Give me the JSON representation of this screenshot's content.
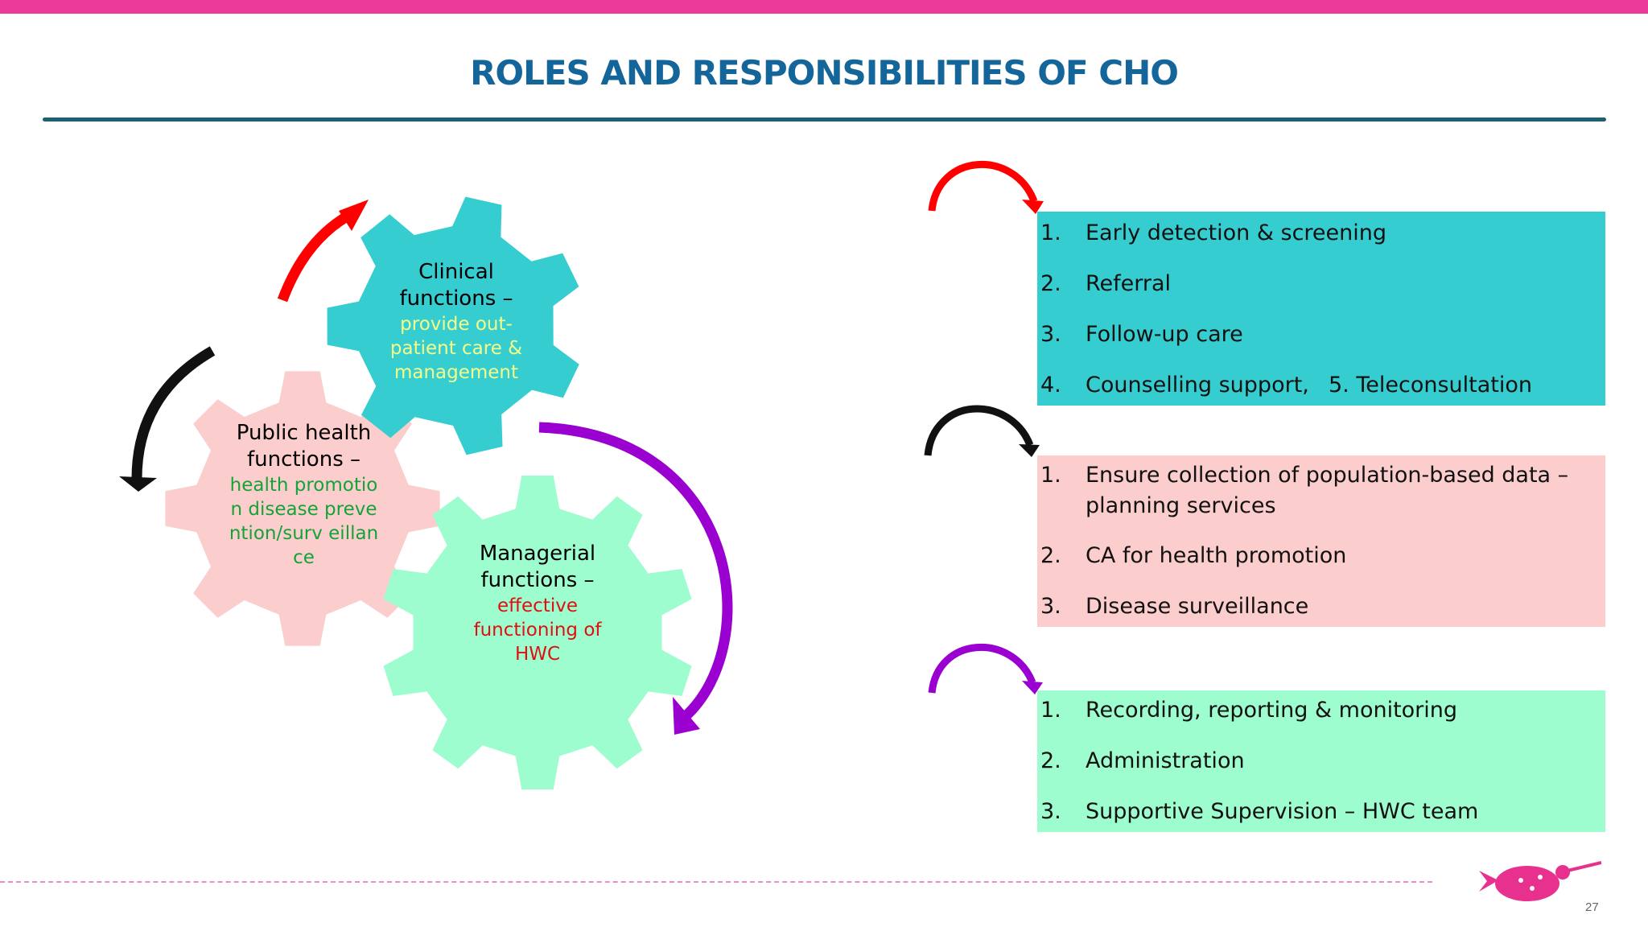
{
  "colors": {
    "top_bar": "#ec3a9a",
    "title": "#13659a",
    "title_rule": "#1e5f70",
    "clinical": "#36cdd1",
    "public_health": "#fccdcd",
    "managerial": "#9efdce",
    "arrow_clinical": "#ff0000",
    "arrow_public_health": "#111111",
    "arrow_managerial": "#9a00d0",
    "clinical_detail": "#f2ff8a",
    "public_health_detail": "#14a338",
    "managerial_detail": "#dd1111",
    "logo": "#e8318e"
  },
  "slide": {
    "title": "ROLES AND RESPONSIBILITIES OF CHO",
    "page_number": "27"
  },
  "gears": {
    "clinical": {
      "heading": "Clinical functions –",
      "detail": "provide out-patient care & management"
    },
    "public_health": {
      "heading": "Public health functions –",
      "detail": "health promotion disease prevention/surv eillance"
    },
    "managerial": {
      "heading": "Managerial functions –",
      "detail": "effective functioning of HWC"
    }
  },
  "panels": {
    "clinical": {
      "items": [
        {
          "num": "1.",
          "text": "Early detection & screening"
        },
        {
          "num": "2.",
          "text": "Referral"
        },
        {
          "num": "3.",
          "text": "Follow-up care"
        },
        {
          "num": "4.",
          "text": "Counselling support,",
          "extra": "5. Teleconsultation"
        }
      ]
    },
    "public_health": {
      "items": [
        {
          "num": "1.",
          "text": "Ensure collection of population-based data – planning services"
        },
        {
          "num": "2.",
          "text": "CA for health promotion"
        },
        {
          "num": "3.",
          "text": "Disease surveillance"
        }
      ]
    },
    "managerial": {
      "items": [
        {
          "num": "1.",
          "text": "Recording, reporting & monitoring"
        },
        {
          "num": "2.",
          "text": "Administration"
        },
        {
          "num": "3.",
          "text": "Supportive Supervision – HWC team"
        }
      ]
    }
  },
  "icons": {
    "logo": "bird-logo-icon"
  }
}
